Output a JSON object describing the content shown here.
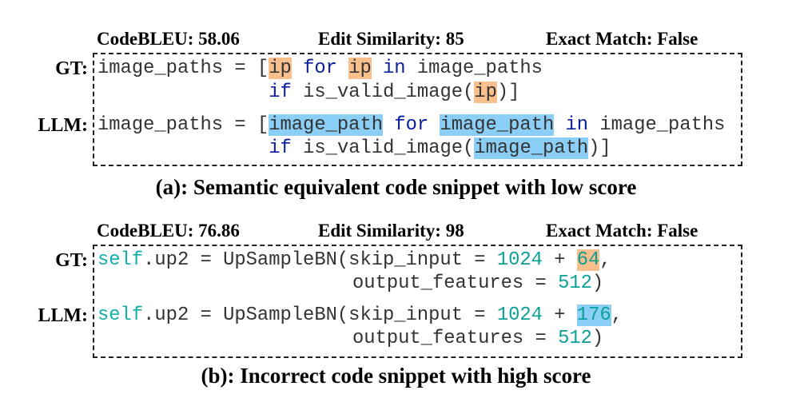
{
  "panel_a": {
    "metrics": {
      "codebleu": "CodeBLEU: 58.06",
      "edit_similarity": "Edit Similarity: 85",
      "exact_match": "Exact Match: False"
    },
    "gt_label": "GT:",
    "llm_label": "LLM:",
    "gt_code": {
      "line1": [
        "image_paths = [",
        "ip",
        " ",
        "for",
        " ",
        "ip",
        " ",
        "in",
        " image_paths"
      ],
      "line2": [
        " ",
        "if",
        " is_valid_image(",
        "ip",
        ")]"
      ]
    },
    "llm_code": {
      "line1": [
        "image_paths = [",
        "image_path",
        " ",
        "for",
        " ",
        "image_path",
        " ",
        "in",
        " image_paths"
      ],
      "line2": [
        " ",
        "if",
        " is_valid_image(",
        "image_path",
        ")]"
      ]
    },
    "caption": "(a): Semantic equivalent code snippet with low score"
  },
  "panel_b": {
    "metrics": {
      "codebleu": "CodeBLEU: 76.86",
      "edit_similarity": "Edit Similarity: 98",
      "exact_match": "Exact Match: False"
    },
    "gt_label": "GT:",
    "llm_label": "LLM:",
    "gt_code": {
      "line1": [
        "self",
        ".up2 = UpSampleBN(skip_input = ",
        "1024",
        " + ",
        "64",
        ","
      ],
      "line2": [
        "output_features = ",
        "512",
        ")"
      ]
    },
    "llm_code": {
      "line1": [
        "self",
        ".up2 = UpSampleBN(skip_input = ",
        "1024",
        " + ",
        "176",
        ","
      ],
      "line2": [
        "output_features = ",
        "512",
        ")"
      ]
    },
    "caption": "(b): Incorrect code snippet with high score"
  },
  "colors": {
    "gt_highlight": "#f9c08e",
    "llm_highlight": "#8ccff6",
    "keyword": "#0a1e9e",
    "number": "#0aa096"
  }
}
